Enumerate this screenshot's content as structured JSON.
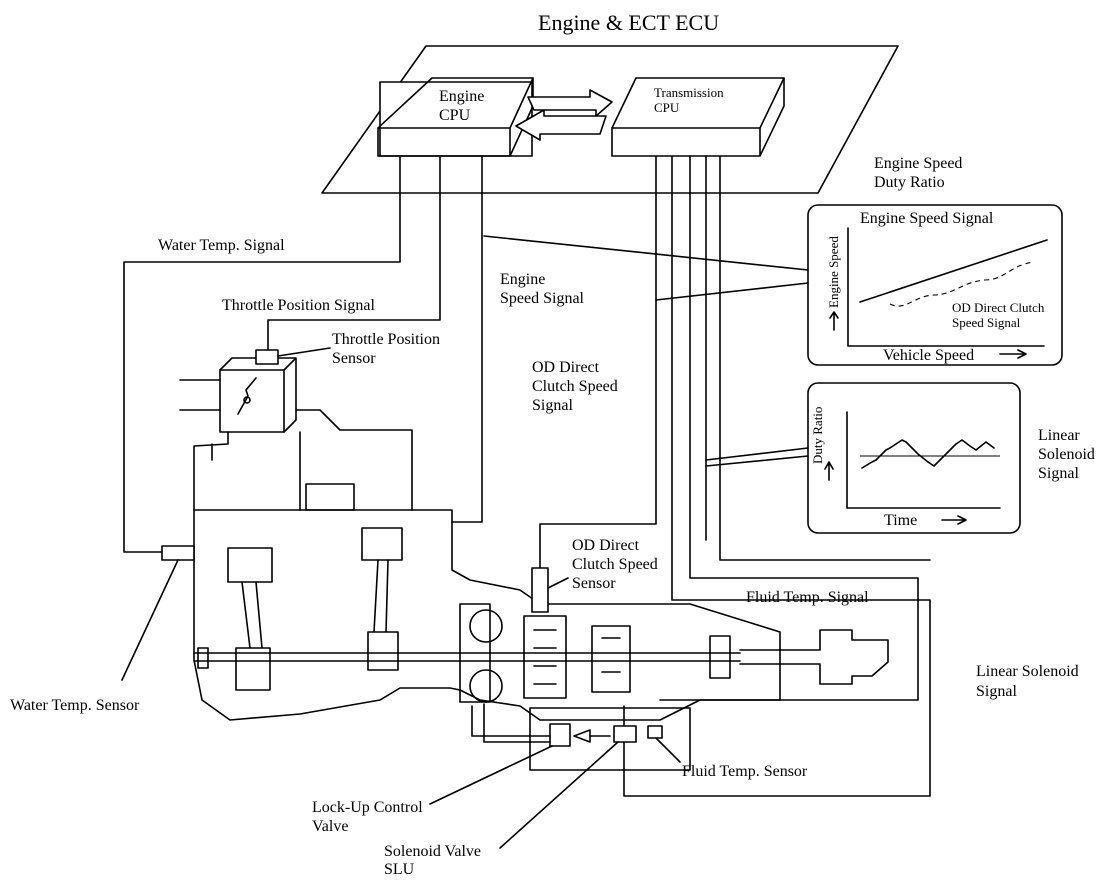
{
  "title": "Engine & ECT ECU",
  "cpu": {
    "engine": [
      "Engine",
      "CPU"
    ],
    "transmission": [
      "Transmission",
      "CPU"
    ]
  },
  "signals": {
    "water_temp": "Water Temp. Signal",
    "throttle_position": "Throttle Position Signal",
    "engine_speed": [
      "Engine",
      "Speed Signal"
    ],
    "od_direct_clutch_speed": [
      "OD Direct",
      "Clutch Speed",
      "Signal"
    ],
    "engine_speed_duty_ratio": [
      "Engine Speed",
      "Duty Ratio"
    ],
    "linear_solenoid_right": [
      "Linear",
      "Solenoid",
      "Signal"
    ],
    "fluid_temp": "Fluid Temp. Signal",
    "linear_solenoid_bottom": [
      "Linear Solenoid",
      "Signal"
    ]
  },
  "sensors": {
    "throttle_position": [
      "Throttle Position",
      "Sensor"
    ],
    "od_direct_clutch_speed": [
      "OD Direct",
      "Clutch Speed",
      "Sensor"
    ],
    "water_temp": "Water Temp. Sensor",
    "fluid_temp": "Fluid Temp. Sensor"
  },
  "valves": {
    "lock_up_control": [
      "Lock-Up Control",
      "Valve"
    ],
    "solenoid_slu": [
      "Solenoid Valve",
      "SLU"
    ]
  },
  "graph_engine_speed": {
    "title": "Engine Speed Signal",
    "y_label": "Engine Speed",
    "x_label": "Vehicle Speed",
    "series_label": [
      "OD Direct Clutch",
      "Speed Signal"
    ]
  },
  "graph_duty_ratio": {
    "y_label": "Duty Ratio",
    "x_label": "Time"
  }
}
